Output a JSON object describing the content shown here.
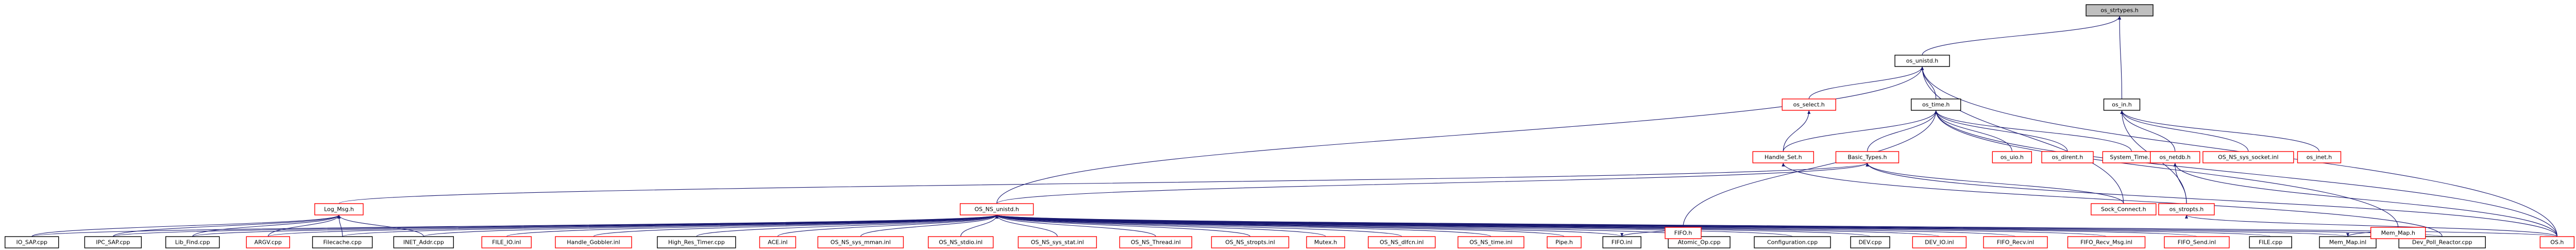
{
  "colors": {
    "edge": "#191970",
    "linked_border": "#000000",
    "missing_border": "#ff0000",
    "root_fill": "#bfbfbf",
    "fill": "#ffffff"
  },
  "nodes": {
    "os_strtypes_h": "os_strtypes.h",
    "os_unistd_h": "os_unistd.h",
    "os_in_h": "os_in.h",
    "os_select_h": "os_select.h",
    "os_time_h": "os_time.h",
    "os_uio_h": "os_uio.h",
    "os_dirent_h": "os_dirent.h",
    "system_time_h": "System_Time.h",
    "handle_set_h": "Handle_Set.h",
    "basic_types_h": "Basic_Types.h",
    "os_netdb_h": "os_netdb.h",
    "os_ns_sys_socket_inl": "OS_NS_sys_socket.inl",
    "os_inet_h": "os_inet.h",
    "log_msg_h": "Log_Msg.h",
    "os_ns_unistd_h": "OS_NS_unistd.h",
    "sock_connect_h": "Sock_Connect.h",
    "os_stropts_h": "os_stropts.h",
    "io_sap_cpp": "IO_SAP.cpp",
    "ipc_sap_cpp": "IPC_SAP.cpp",
    "lib_find_cpp": "Lib_Find.cpp",
    "argv_cpp": "ARGV.cpp",
    "filecache_cpp": "Filecache.cpp",
    "inet_addr_cpp": "INET_Addr.cpp",
    "file_io_inl": "FILE_IO.inl",
    "handle_gobbler_inl": "Handle_Gobbler.inl",
    "high_res_timer_cpp": "High_Res_Timer.cpp",
    "ace_inl": "ACE.inl",
    "os_ns_sys_mman_inl": "OS_NS_sys_mman.inl",
    "os_ns_stdio_inl": "OS_NS_stdio.inl",
    "os_ns_sys_stat_inl": "OS_NS_sys_stat.inl",
    "os_ns_thread_inl": "OS_NS_Thread.inl",
    "os_ns_stropts_inl": "OS_NS_stropts.inl",
    "mutex_h": "Mutex.h",
    "os_ns_dlfcn_inl": "OS_NS_dlfcn.inl",
    "os_ns_time_inl": "OS_NS_time.inl",
    "pipe_h": "Pipe.h",
    "fifo_inl": "FIFO.inl",
    "atomic_op_cpp": "Atomic_Op.cpp",
    "configuration_cpp": "Configuration.cpp",
    "dev_cpp": "DEV.cpp",
    "dev_io_inl": "DEV_IO.inl",
    "fifo_recv_inl": "FIFO_Recv.inl",
    "fifo_recv_msg_inl": "FIFO_Recv_Msg.inl",
    "fifo_send_inl": "FIFO_Send.inl",
    "file_cpp": "FILE.cpp",
    "mem_map_inl": "Mem_Map.inl",
    "dev_poll_reactor_cpp": "Dev_Poll_Reactor.cpp",
    "os_h": "OS.h",
    "fifo_h": "FIFO.h",
    "mem_map_h": "Mem_Map.h"
  }
}
